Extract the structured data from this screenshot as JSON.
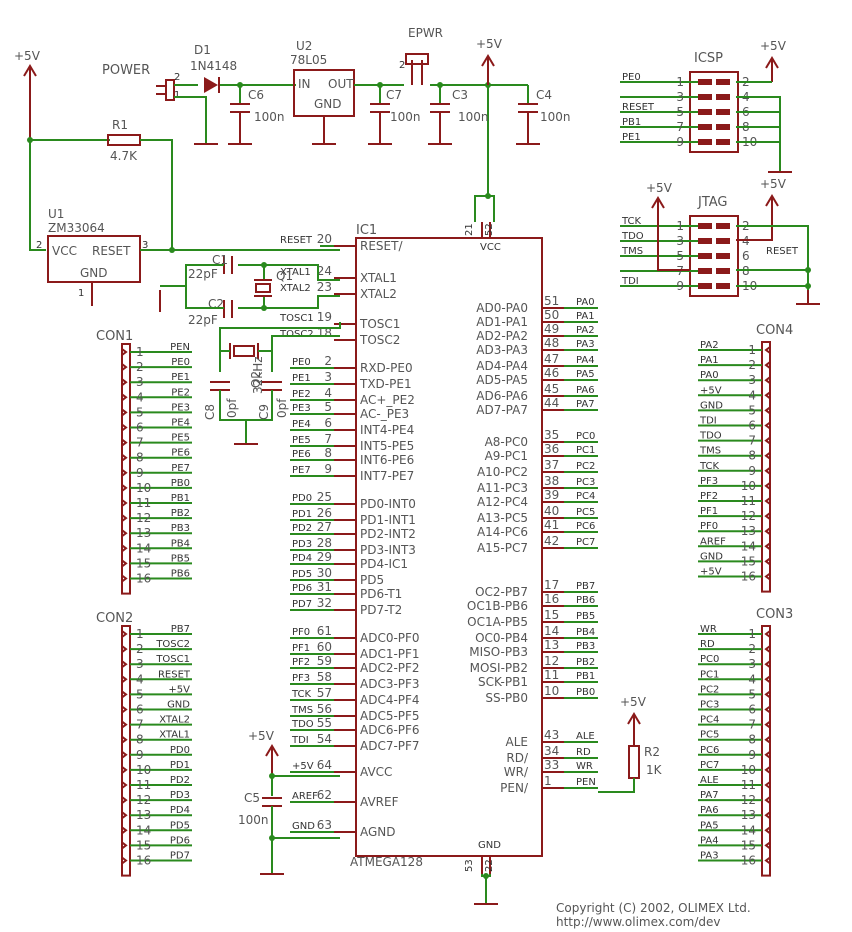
{
  "parts": {
    "d1": {
      "ref": "D1",
      "value": "1N4148"
    },
    "u2": {
      "ref": "U2",
      "value": "78L05",
      "in": "IN",
      "out": "OUT",
      "gnd": "GND"
    },
    "epwr": "EPWR",
    "power": "POWER",
    "c6": {
      "ref": "C6",
      "value": "100n"
    },
    "c7": {
      "ref": "C7",
      "value": "100n"
    },
    "c3": {
      "ref": "C3",
      "value": "100n"
    },
    "c4": {
      "ref": "C4",
      "value": "100n"
    },
    "r1": {
      "ref": "R1",
      "value": "4.7K"
    },
    "u1": {
      "ref": "U1",
      "value": "ZM33064",
      "vcc": "VCC",
      "reset": "RESET",
      "gnd": "GND"
    },
    "c1": {
      "ref": "C1",
      "value": "22pF"
    },
    "c2": {
      "ref": "C2",
      "value": "22pF"
    },
    "q1": "Q1",
    "q2": {
      "ref": "Q2",
      "value": "32kHz"
    },
    "c8": {
      "ref": "C8",
      "value": "0pf"
    },
    "c9": {
      "ref": "C9",
      "value": "0pf"
    },
    "c5": {
      "ref": "C5",
      "value": "100n"
    },
    "r2": {
      "ref": "R2",
      "value": "1K"
    },
    "ic1": {
      "ref": "IC1",
      "name": "ATMEGA128",
      "vcc": "VCC",
      "gnd": "GND"
    },
    "icsp": "ICSP",
    "jtag": "JTAG",
    "con1": "CON1",
    "con2": "CON2",
    "con3": "CON3",
    "con4": "CON4"
  },
  "supply_label": "+5V",
  "copyright": "Copyright (C) 2002, OLIMEX Ltd.",
  "url": "http://www.olimex.com/dev",
  "ic_left_pins": [
    {
      "num": "20",
      "name": "RESET/",
      "net": "RESET"
    },
    {
      "num": "24",
      "name": "XTAL1",
      "net": "XTAL1"
    },
    {
      "num": "23",
      "name": "XTAL2",
      "net": "XTAL2"
    },
    {
      "num": "19",
      "name": "TOSC1",
      "net": "TOSC1"
    },
    {
      "num": "18",
      "name": "TOSC2",
      "net": "TOSC2"
    },
    {
      "num": "2",
      "name": "RXD-PE0",
      "net": "PE0"
    },
    {
      "num": "3",
      "name": "TXD-PE1",
      "net": "PE1"
    },
    {
      "num": "4",
      "name": "AC+_PE2",
      "net": "PE2"
    },
    {
      "num": "5",
      "name": "AC-_PE3",
      "net": "PE3"
    },
    {
      "num": "6",
      "name": "INT4-PE4",
      "net": "PE4"
    },
    {
      "num": "7",
      "name": "INT5-PE5",
      "net": "PE5"
    },
    {
      "num": "8",
      "name": "INT6-PE6",
      "net": "PE6"
    },
    {
      "num": "9",
      "name": "INT7-PE7",
      "net": "PE7"
    },
    {
      "num": "25",
      "name": "PD0-INT0",
      "net": "PD0"
    },
    {
      "num": "26",
      "name": "PD1-INT1",
      "net": "PD1"
    },
    {
      "num": "27",
      "name": "PD2-INT2",
      "net": "PD2"
    },
    {
      "num": "28",
      "name": "PD3-INT3",
      "net": "PD3"
    },
    {
      "num": "29",
      "name": "PD4-IC1",
      "net": "PD4"
    },
    {
      "num": "30",
      "name": "PD5",
      "net": "PD5"
    },
    {
      "num": "31",
      "name": "PD6-T1",
      "net": "PD6"
    },
    {
      "num": "32",
      "name": "PD7-T2",
      "net": "PD7"
    },
    {
      "num": "61",
      "name": "ADC0-PF0",
      "net": "PF0"
    },
    {
      "num": "60",
      "name": "ADC1-PF1",
      "net": "PF1"
    },
    {
      "num": "59",
      "name": "ADC2-PF2",
      "net": "PF2"
    },
    {
      "num": "58",
      "name": "ADC3-PF3",
      "net": "PF3"
    },
    {
      "num": "57",
      "name": "ADC4-PF4",
      "net": "TCK"
    },
    {
      "num": "56",
      "name": "ADC5-PF5",
      "net": "TMS"
    },
    {
      "num": "55",
      "name": "ADC6-PF6",
      "net": "TDO"
    },
    {
      "num": "54",
      "name": "ADC7-PF7",
      "net": "TDI"
    },
    {
      "num": "64",
      "name": "AVCC",
      "net": "+5V"
    },
    {
      "num": "62",
      "name": "AVREF",
      "net": "AREF"
    },
    {
      "num": "63",
      "name": "AGND",
      "net": "GND"
    }
  ],
  "ic_right_pins": [
    {
      "num": "51",
      "name": "AD0-PA0",
      "net": "PA0"
    },
    {
      "num": "50",
      "name": "AD1-PA1",
      "net": "PA1"
    },
    {
      "num": "49",
      "name": "AD2-PA2",
      "net": "PA2"
    },
    {
      "num": "48",
      "name": "AD3-PA3",
      "net": "PA3"
    },
    {
      "num": "47",
      "name": "AD4-PA4",
      "net": "PA4"
    },
    {
      "num": "46",
      "name": "AD5-PA5",
      "net": "PA5"
    },
    {
      "num": "45",
      "name": "AD6-PA6",
      "net": "PA6"
    },
    {
      "num": "44",
      "name": "AD7-PA7",
      "net": "PA7"
    },
    {
      "num": "35",
      "name": "A8-PC0",
      "net": "PC0"
    },
    {
      "num": "36",
      "name": "A9-PC1",
      "net": "PC1"
    },
    {
      "num": "37",
      "name": "A10-PC2",
      "net": "PC2"
    },
    {
      "num": "38",
      "name": "A11-PC3",
      "net": "PC3"
    },
    {
      "num": "39",
      "name": "A12-PC4",
      "net": "PC4"
    },
    {
      "num": "40",
      "name": "A13-PC5",
      "net": "PC5"
    },
    {
      "num": "41",
      "name": "A14-PC6",
      "net": "PC6"
    },
    {
      "num": "42",
      "name": "A15-PC7",
      "net": "PC7"
    },
    {
      "num": "17",
      "name": "OC2-PB7",
      "net": "PB7"
    },
    {
      "num": "16",
      "name": "OC1B-PB6",
      "net": "PB6"
    },
    {
      "num": "15",
      "name": "OC1A-PB5",
      "net": "PB5"
    },
    {
      "num": "14",
      "name": "OC0-PB4",
      "net": "PB4"
    },
    {
      "num": "13",
      "name": "MISO-PB3",
      "net": "PB3"
    },
    {
      "num": "12",
      "name": "MOSI-PB2",
      "net": "PB2"
    },
    {
      "num": "11",
      "name": "SCK-PB1",
      "net": "PB1"
    },
    {
      "num": "10",
      "name": "SS-PB0",
      "net": "PB0"
    },
    {
      "num": "43",
      "name": "ALE",
      "net": "ALE"
    },
    {
      "num": "34",
      "name": "RD/",
      "net": "RD"
    },
    {
      "num": "33",
      "name": "WR/",
      "net": "WR"
    },
    {
      "num": "1",
      "name": "PEN/",
      "net": "PEN"
    }
  ],
  "ic_top_pins": [
    "21",
    "52"
  ],
  "ic_bottom_pins": [
    "53",
    "22"
  ],
  "con1_pins": [
    "PEN",
    "PE0",
    "PE1",
    "PE2",
    "PE3",
    "PE4",
    "PE5",
    "PE6",
    "PE7",
    "PB0",
    "PB1",
    "PB2",
    "PB3",
    "PB4",
    "PB5",
    "PB6"
  ],
  "con2_pins": [
    "PB7",
    "TOSC2",
    "TOSC1",
    "RESET",
    "+5V",
    "GND",
    "XTAL2",
    "XTAL1",
    "PD0",
    "PD1",
    "PD2",
    "PD3",
    "PD4",
    "PD5",
    "PD6",
    "PD7"
  ],
  "con3_pins": [
    "WR",
    "RD",
    "PC0",
    "PC1",
    "PC2",
    "PC3",
    "PC4",
    "PC5",
    "PC6",
    "PC7",
    "ALE",
    "PA7",
    "PA6",
    "PA5",
    "PA4",
    "PA3"
  ],
  "con4_pins": [
    "PA2",
    "PA1",
    "PA0",
    "+5V",
    "GND",
    "TDI",
    "TDO",
    "TMS",
    "TCK",
    "PF3",
    "PF2",
    "PF1",
    "PF0",
    "AREF",
    "GND",
    "+5V"
  ],
  "icsp_left": [
    {
      "num": "1",
      "net": "PE0"
    },
    {
      "num": "3",
      "net": ""
    },
    {
      "num": "5",
      "net": "RESET"
    },
    {
      "num": "7",
      "net": "PB1"
    },
    {
      "num": "9",
      "net": "PE1"
    }
  ],
  "icsp_right": [
    "2",
    "4",
    "6",
    "8",
    "10"
  ],
  "jtag_left": [
    {
      "num": "1",
      "net": "TCK"
    },
    {
      "num": "3",
      "net": "TDO"
    },
    {
      "num": "5",
      "net": "TMS"
    },
    {
      "num": "7",
      "net": ""
    },
    {
      "num": "9",
      "net": "TDI"
    }
  ],
  "jtag_right": [
    {
      "num": "2",
      "net": ""
    },
    {
      "num": "4",
      "net": ""
    },
    {
      "num": "6",
      "net": "RESET"
    },
    {
      "num": "8",
      "net": ""
    },
    {
      "num": "10",
      "net": ""
    }
  ],
  "misc_pins": {
    "d1_pin": "2",
    "d1_pin1": "1",
    "epwr_pin": "2",
    "u1_pin2": "2",
    "u1_pin3": "3",
    "u1_pin1": "1"
  }
}
